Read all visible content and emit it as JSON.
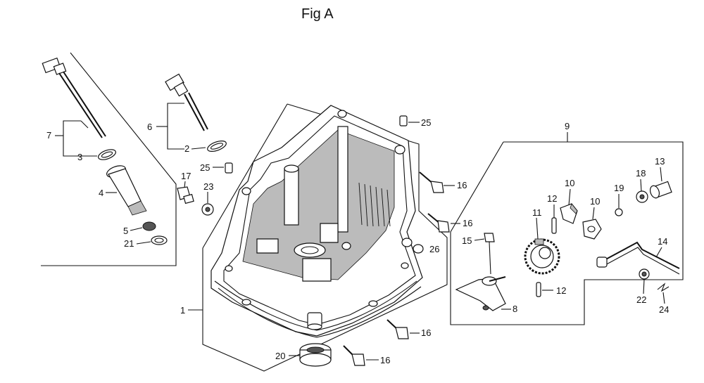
{
  "figure": {
    "title": "Fig A"
  },
  "callouts": {
    "c1": "1",
    "c2": "2",
    "c3": "3",
    "c4": "4",
    "c5": "5",
    "c6": "6",
    "c7": "7",
    "c8": "8",
    "c9": "9",
    "c10a": "10",
    "c10b": "10",
    "c11": "11",
    "c12a": "12",
    "c12b": "12",
    "c13": "13",
    "c14": "14",
    "c15": "15",
    "c16a": "16",
    "c16b": "16",
    "c16c": "16",
    "c16d": "16",
    "c17": "17",
    "c18": "18",
    "c19": "19",
    "c20": "20",
    "c21": "21",
    "c22": "22",
    "c23": "23",
    "c24": "24",
    "c25a": "25",
    "c25b": "25",
    "c26": "26"
  }
}
